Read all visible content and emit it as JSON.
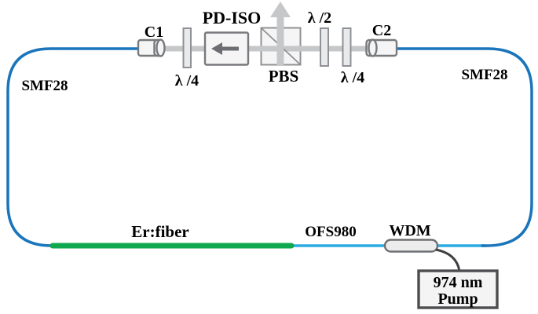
{
  "figure": {
    "type": "fiber-ring-laser-diagram",
    "top_branch": {
      "c1": "C1",
      "quarter_waveplate_left": "λ /4",
      "isolator": "PD-ISO",
      "pbs": "PBS",
      "half_waveplate": "λ /2",
      "quarter_waveplate_right": "λ /4",
      "c2": "C2"
    },
    "loop": {
      "smf28_left": "SMF28",
      "smf28_right": "SMF28",
      "er_fiber": "Er:fiber",
      "ofs980": "OFS980",
      "wdm": "WDM"
    },
    "pump": {
      "line1": "974 nm",
      "line2": "Pump"
    },
    "colors": {
      "smf28_fiber": "#1b75bb",
      "ofs980_fiber": "#2aabe2",
      "er_fiber": "#10a84e",
      "beam": "#c6c7c9",
      "isolator_arrow": "#6d6e71",
      "component_border": "#77797c",
      "component_fill": "#f5f5f5",
      "pump_connector": "#3f3f41",
      "text": "#000000"
    }
  }
}
